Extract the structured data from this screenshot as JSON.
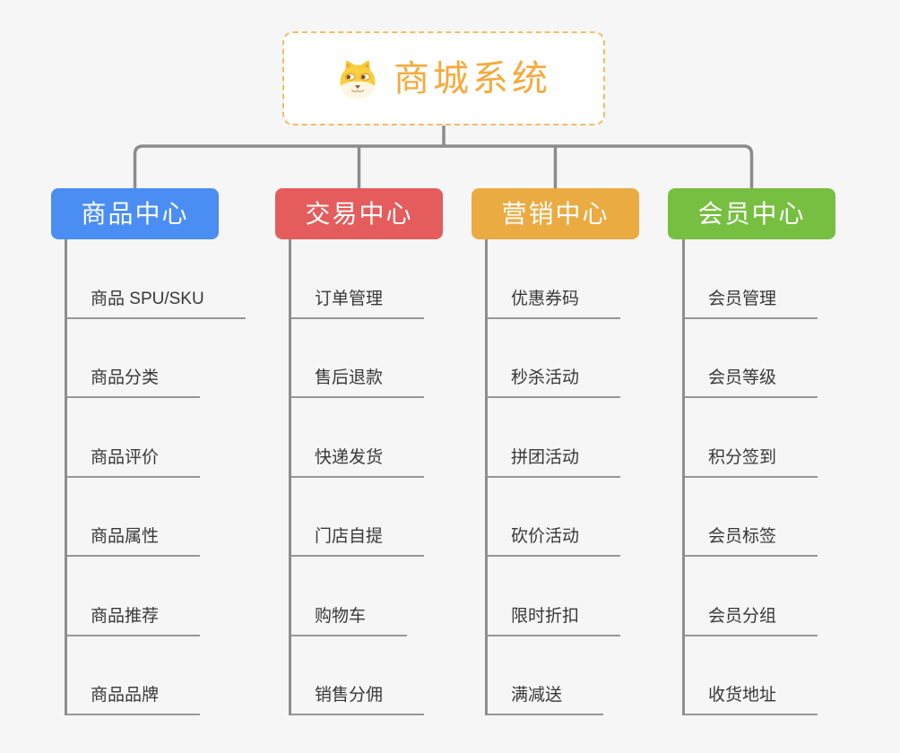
{
  "root": {
    "title": "商城系统",
    "title_color": "#F5A93C",
    "border_color": "#F3BC66",
    "icon": "dog-face-icon"
  },
  "connectors": {
    "color": "#8C8C8C"
  },
  "branches": [
    {
      "label": "商品中心",
      "color": "#4A8DF3",
      "children": [
        "商品 SPU/SKU",
        "商品分类",
        "商品评价",
        "商品属性",
        "商品推荐",
        "商品品牌"
      ]
    },
    {
      "label": "交易中心",
      "color": "#E45C5C",
      "children": [
        "订单管理",
        "售后退款",
        "快递发货",
        "门店自提",
        "购物车",
        "销售分佣"
      ]
    },
    {
      "label": "营销中心",
      "color": "#EAAB43",
      "children": [
        "优惠券码",
        "秒杀活动",
        "拼团活动",
        "砍价活动",
        "限时折扣",
        "满减送"
      ]
    },
    {
      "label": "会员中心",
      "color": "#77BF41",
      "children": [
        "会员管理",
        "会员等级",
        "积分签到",
        "会员标签",
        "会员分组",
        "收货地址"
      ]
    }
  ]
}
